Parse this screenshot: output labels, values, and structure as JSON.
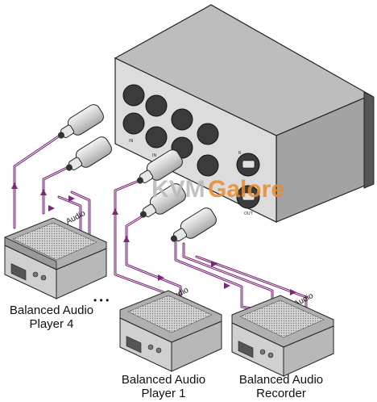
{
  "watermark": {
    "part1": "KVM",
    "part2": "Galore"
  },
  "unit_port_labels": {
    "left": "IN",
    "center": "IN",
    "right_top": "R",
    "right_bottom": "OUT"
  },
  "wire_labels": {
    "player4": "Audio",
    "player1": "Audio",
    "recorder": "Audio"
  },
  "ellipsis": "• • •",
  "devices": [
    {
      "id": "player4",
      "line1": "Balanced Audio",
      "line2": "Player 4"
    },
    {
      "id": "player1",
      "line1": "Balanced Audio",
      "line2": "Player 1"
    },
    {
      "id": "recorder",
      "line1": "Balanced Audio",
      "line2": "Recorder"
    }
  ],
  "colors": {
    "cable": "#7a2878",
    "unit_front": "#dadada",
    "unit_top": "#bcbcbc",
    "unit_side": "#a2a2a2",
    "outline": "#222222",
    "device": "#c8c8c8",
    "watermark_gray": "#b8b8b8",
    "watermark_orange": "#e98a2a"
  }
}
